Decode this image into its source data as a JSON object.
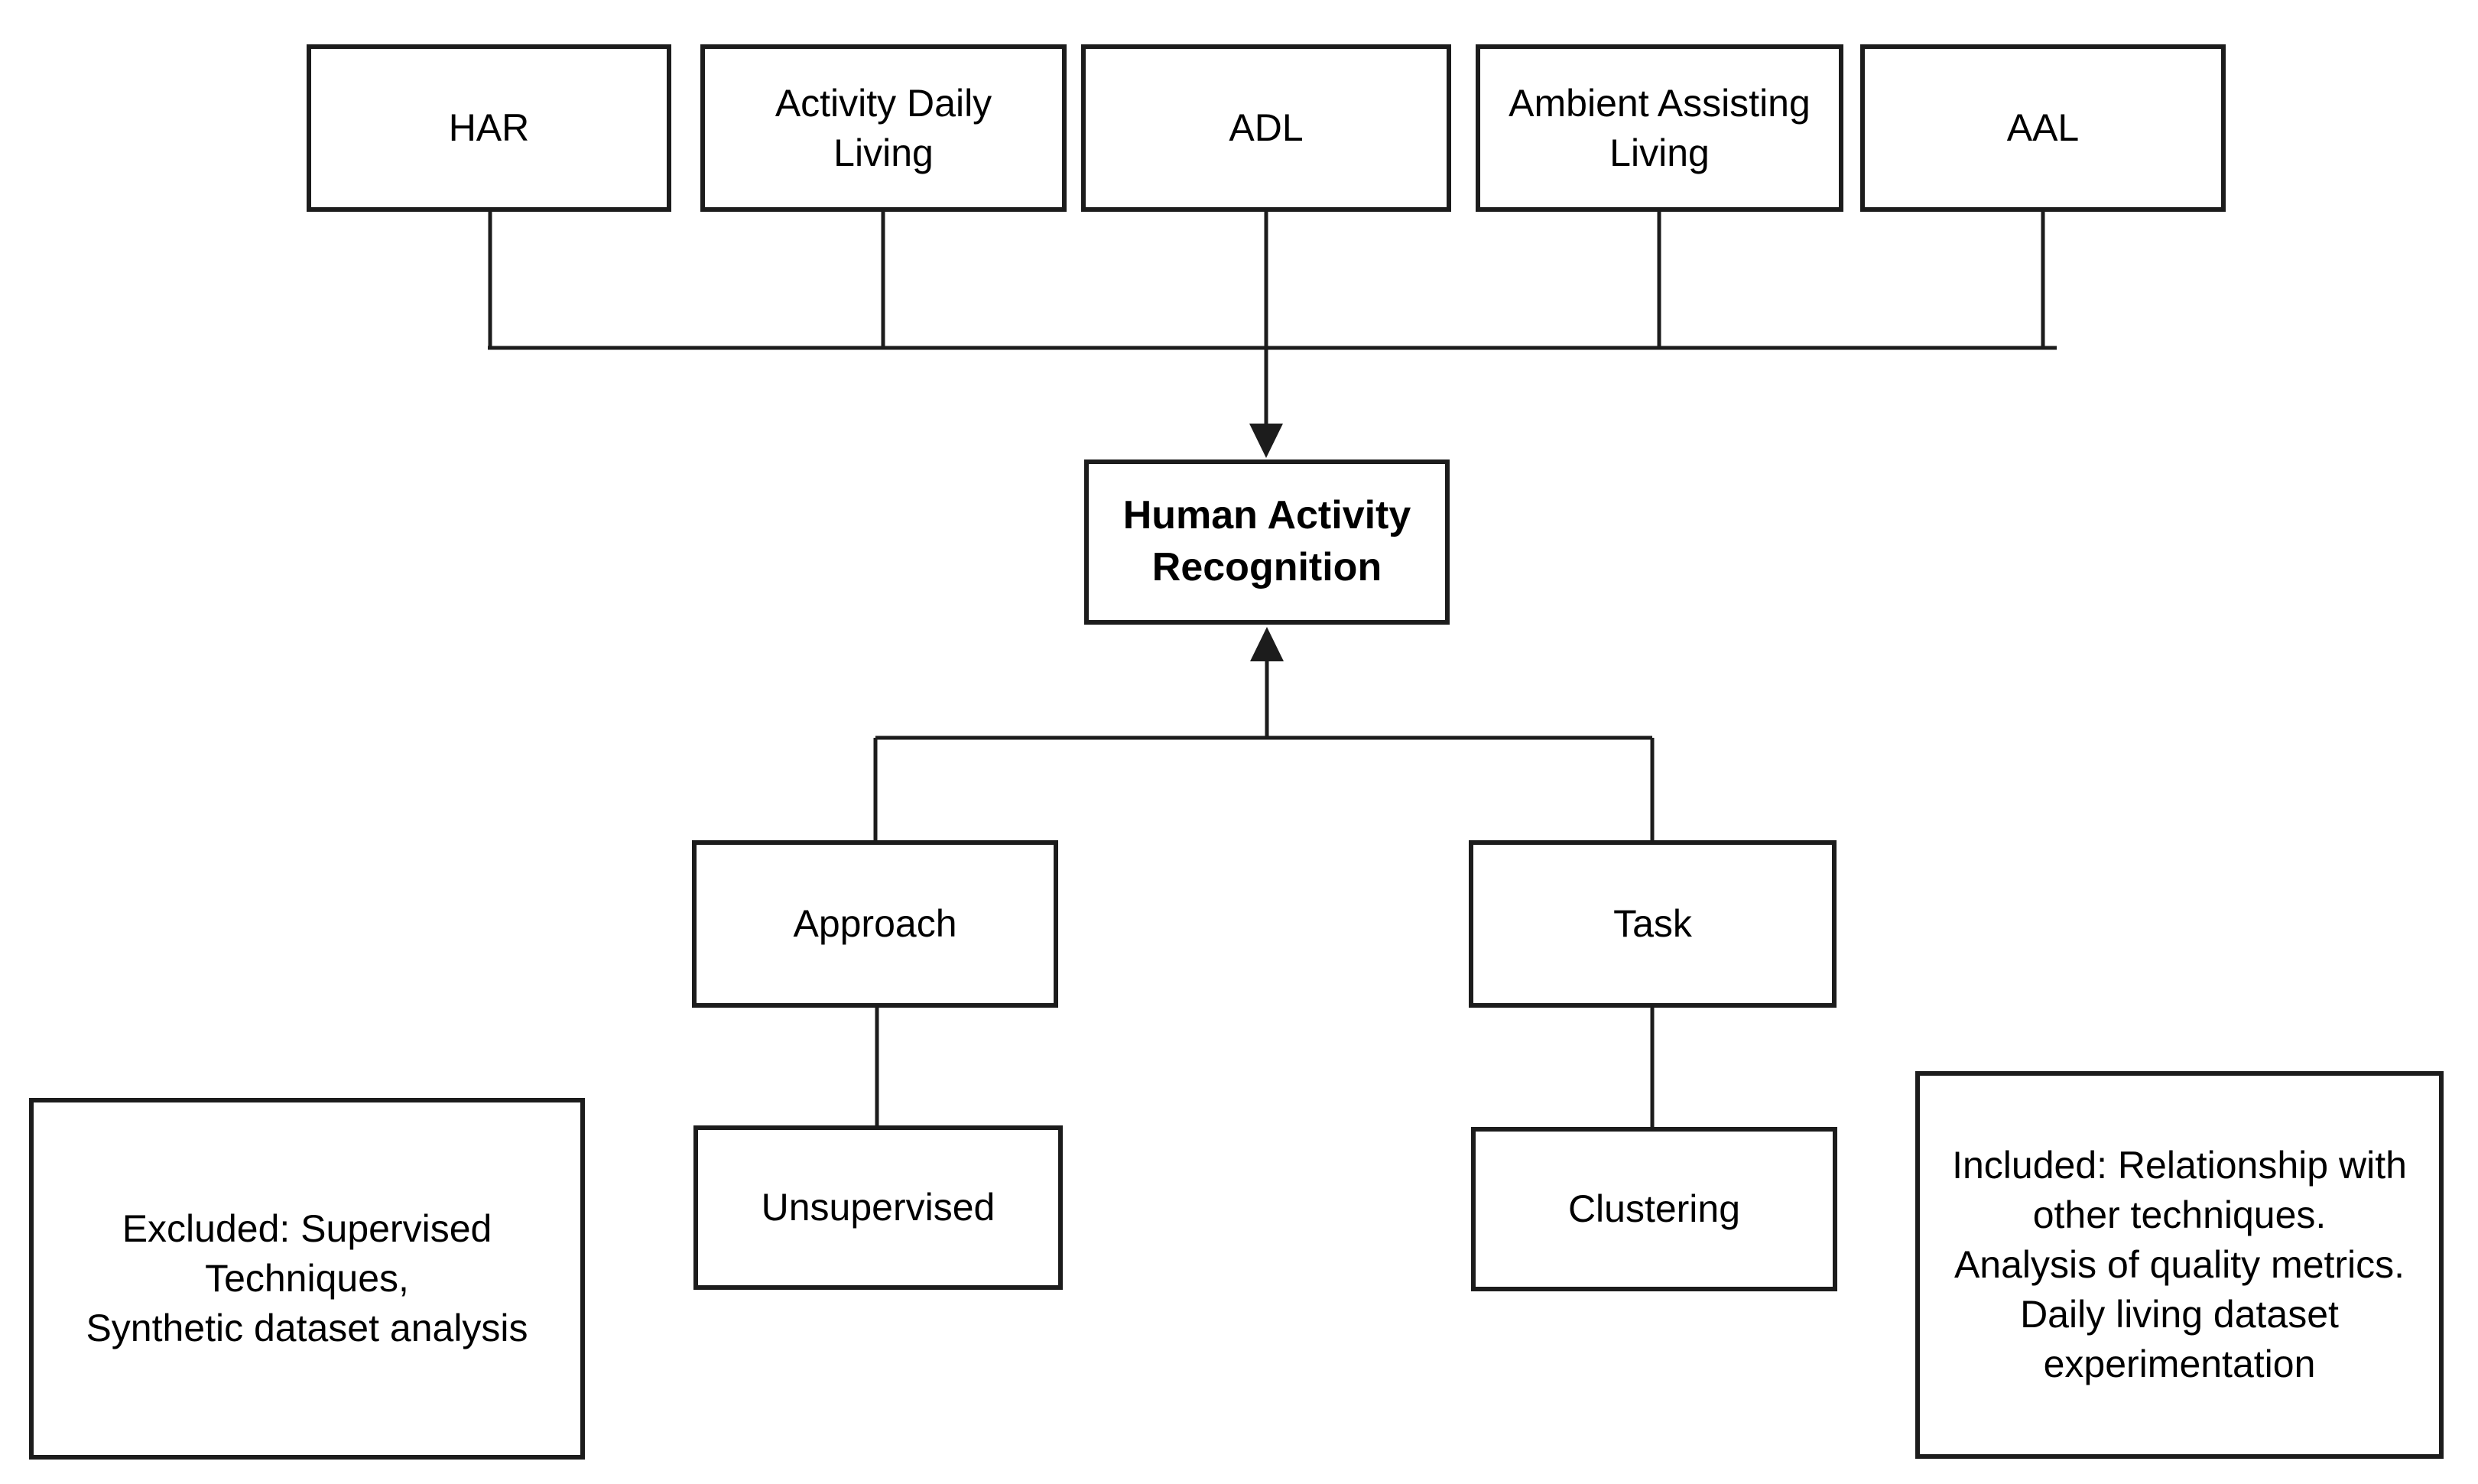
{
  "colors": {
    "background": "#ffffff",
    "box_fill": "#ffffff",
    "line": "#1c1c1c",
    "text": "#000000"
  },
  "nodes": {
    "har": {
      "label": "HAR"
    },
    "activity_daily_living": {
      "lines": [
        "Activity Daily",
        "Living"
      ]
    },
    "adl": {
      "label": "ADL"
    },
    "ambient_assisting_living": {
      "lines": [
        "Ambient Assisting",
        "Living"
      ]
    },
    "aal": {
      "label": "AAL"
    },
    "human_activity_recognition": {
      "lines": [
        "Human Activity",
        "Recognition"
      ]
    },
    "approach": {
      "label": "Approach"
    },
    "task": {
      "label": "Task"
    },
    "unsupervised": {
      "label": "Unsupervised"
    },
    "clustering": {
      "label": "Clustering"
    },
    "excluded_note": {
      "lines": [
        "Excluded: Supervised",
        "Techniques,",
        "Synthetic dataset analysis"
      ]
    },
    "included_note": {
      "lines": [
        "Included: Relationship with",
        "other techniques.",
        "Analysis of quality metrics.",
        "Daily living dataset",
        "experimentation"
      ]
    }
  }
}
